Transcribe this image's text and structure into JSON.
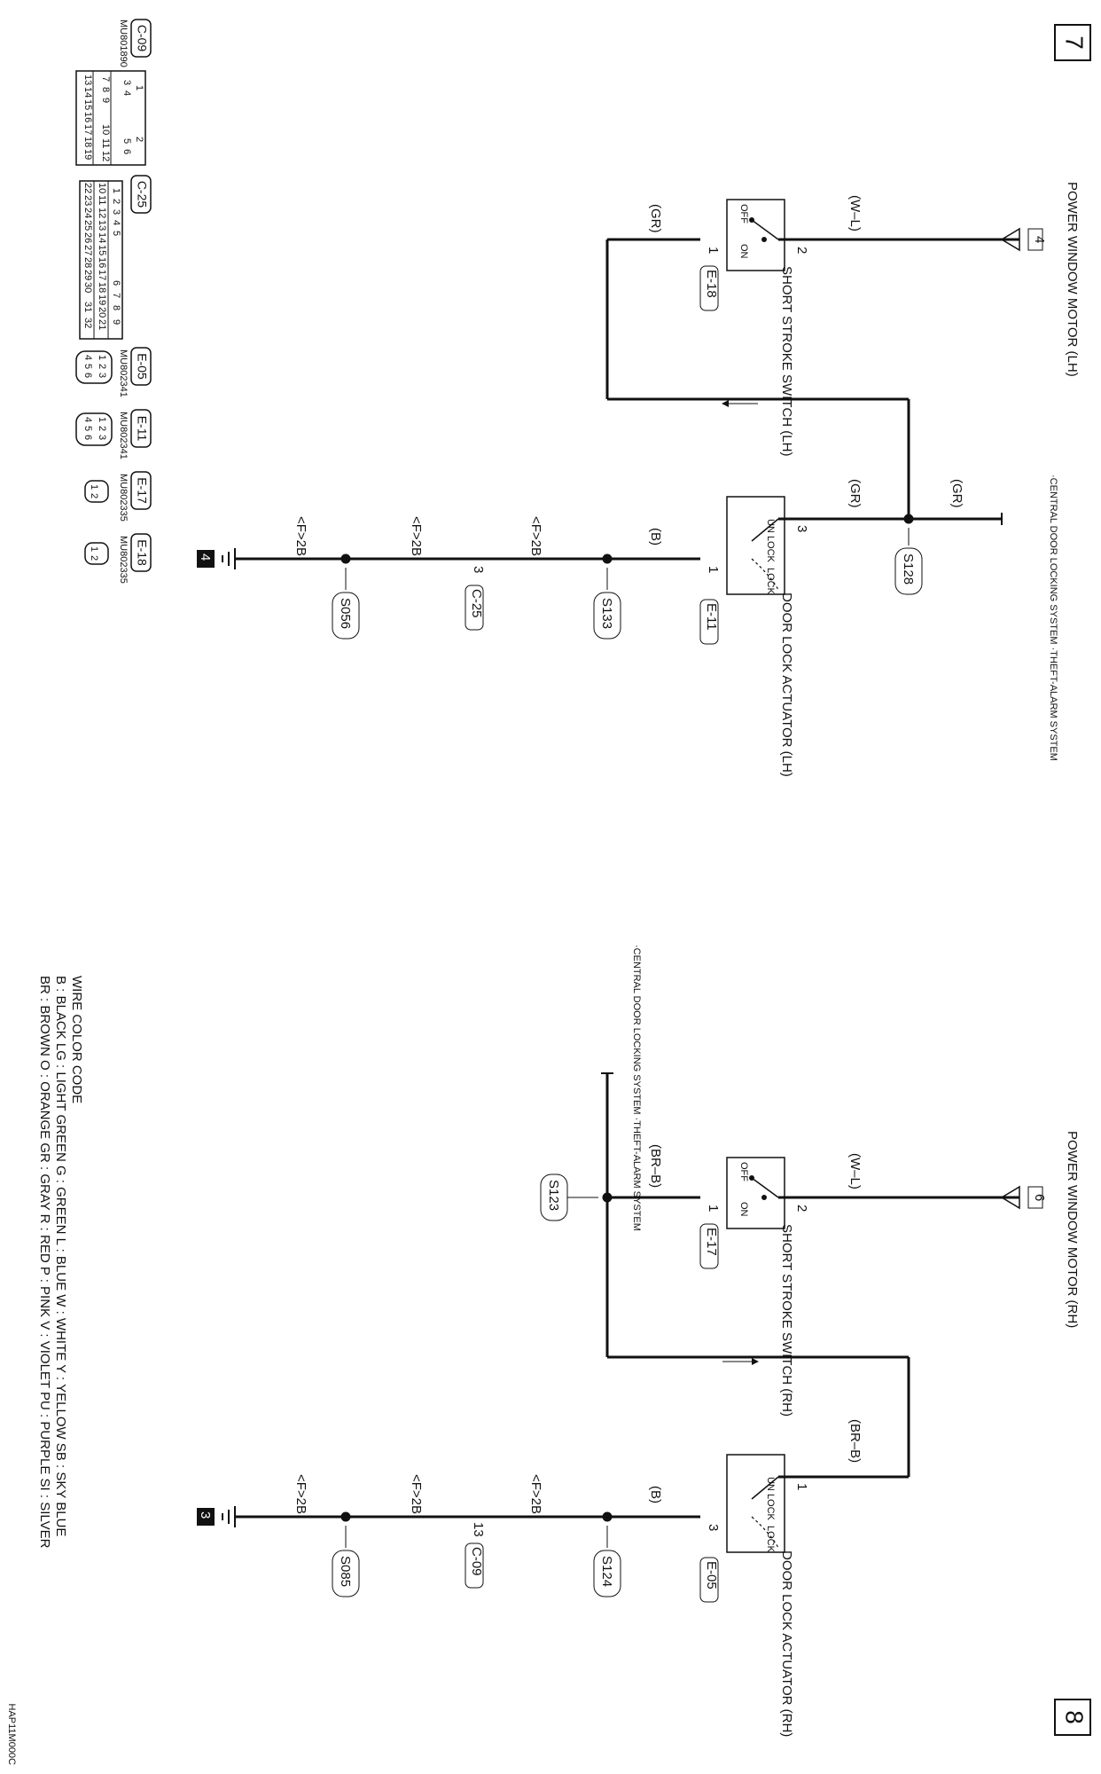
{
  "page_markers": {
    "left": "7",
    "right": "8"
  },
  "drawing_code": "HAP11M000C",
  "connectors": [
    {
      "id": "C-09",
      "code": "MU801890",
      "pins": [
        "1",
        "2",
        "3",
        "4",
        "5",
        "6",
        "7",
        "8",
        "9",
        "10",
        "11",
        "12",
        "13",
        "14",
        "15",
        "16",
        "17",
        "18",
        "19"
      ]
    },
    {
      "id": "C-25",
      "code": "",
      "pins": [
        "1",
        "2",
        "3",
        "4",
        "5",
        "6",
        "7",
        "8",
        "9",
        "10",
        "11",
        "12",
        "13",
        "14",
        "15",
        "16",
        "17",
        "18",
        "19",
        "20",
        "21",
        "22",
        "23",
        "24",
        "25",
        "26",
        "27",
        "28",
        "29",
        "30",
        "31",
        "32"
      ]
    },
    {
      "id": "E-05",
      "code": "MU802341",
      "pins": [
        "1",
        "2",
        "3",
        "4",
        "5",
        "6"
      ]
    },
    {
      "id": "E-11",
      "code": "MU802341",
      "pins": [
        "1",
        "2",
        "3",
        "4",
        "5",
        "6"
      ]
    },
    {
      "id": "E-17",
      "code": "MU802335",
      "pins": [
        "1",
        "2"
      ]
    },
    {
      "id": "E-18",
      "code": "MU802335",
      "pins": [
        "1",
        "2"
      ]
    }
  ],
  "lh": {
    "motor": "POWER WINDOW MOTOR (LH)",
    "motor_pin": "4",
    "wire_wl": "(W–L)",
    "wire_gr1": "(GR)",
    "wire_gr2": "(GR)",
    "wire_gr3": "(GR)",
    "wire_b": "(B)",
    "switch": "SHORT STROKE SWITCH (LH)",
    "switch_conn": "E-18",
    "switch_off": "OFF",
    "switch_on": "ON",
    "pin_2": "2",
    "pin_1": "1",
    "cdl": "·CENTRAL DOOR LOCKING SYSTEM ·THEFT-ALARM SYSTEM",
    "splice_top": "S128",
    "actuator": "DOOR LOCK ACTUATOR (LH)",
    "actuator_conn": "E-11",
    "act_unlock": "UN LOCK",
    "act_lock": "LOCK",
    "act_pin3": "3",
    "act_pin1": "1",
    "splice_mid": "S133",
    "harness_conn": "C-25",
    "harness_pin": "3",
    "splice_bot": "S056",
    "f2b_1": "<F>2B",
    "f2b_2": "<F>2B",
    "f2b_3": "<F>2B",
    "ground": "4"
  },
  "rh": {
    "motor": "POWER WINDOW MOTOR (RH)",
    "motor_pin": "6",
    "wire_wl": "(W–L)",
    "wire_brb1": "(BR–B)",
    "wire_brb2": "(BR–B)",
    "wire_b": "(B)",
    "switch": "SHORT STROKE SWITCH (RH)",
    "switch_conn": "E-17",
    "switch_off": "OFF",
    "switch_on": "ON",
    "pin_2": "2",
    "pin_1": "1",
    "cdl": "·CENTRAL DOOR LOCKING SYSTEM ·THEFT-ALARM SYSTEM",
    "splice_top": "S123",
    "actuator": "DOOR LOCK ACTUATOR (RH)",
    "actuator_conn": "E-05",
    "act_unlock": "UN LOCK",
    "act_lock": "LOCK",
    "act_pin1": "1",
    "act_pin3": "3",
    "splice_mid": "S124",
    "harness_conn": "C-09",
    "harness_pin": "13",
    "splice_bot": "S085",
    "f2b_1": "<F>2B",
    "f2b_2": "<F>2B",
    "f2b_3": "<F>2B",
    "ground": "3"
  },
  "color_code": {
    "title": "WIRE COLOR CODE",
    "line1": "B : BLACK    LG : LIGHT GREEN    G : GREEN    L : BLUE    W : WHITE    Y : YELLOW    SB : SKY BLUE",
    "line2": "BR : BROWN    O : ORANGE    GR : GRAY    R : RED    P : PINK    V : VIOLET    PU : PURPLE    SI : SILVER"
  }
}
